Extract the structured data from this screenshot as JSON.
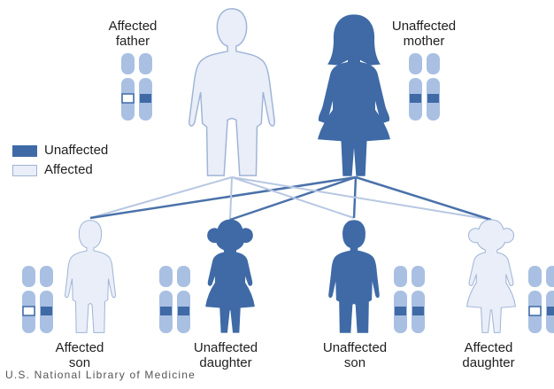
{
  "labels": {
    "father": [
      "Affected",
      "father"
    ],
    "mother": [
      "Unaffected",
      "mother"
    ],
    "son1": [
      "Affected",
      "son"
    ],
    "daughter1": [
      "Unaffected",
      "daughter"
    ],
    "son2": [
      "Unaffected",
      "son"
    ],
    "daughter2": [
      "Affected",
      "daughter"
    ]
  },
  "legend": {
    "unaffected": "Unaffected",
    "affected": "Affected"
  },
  "credit": "U.S. National Library of Medicine",
  "colors": {
    "unaffected": "#3f6aa6",
    "affected": "#e9eef8",
    "affected_outline": "#9fb4d6",
    "chromosome": "#a9c0e3",
    "line_dark": "#4a72aa",
    "line_light": "#b7c7e2"
  },
  "icons": {
    "figures": [
      "man-figure-icon",
      "woman-figure-icon",
      "boy-figure-icon",
      "girl-figure-icon"
    ],
    "chromosomes": "chromosome-pair-icon"
  }
}
